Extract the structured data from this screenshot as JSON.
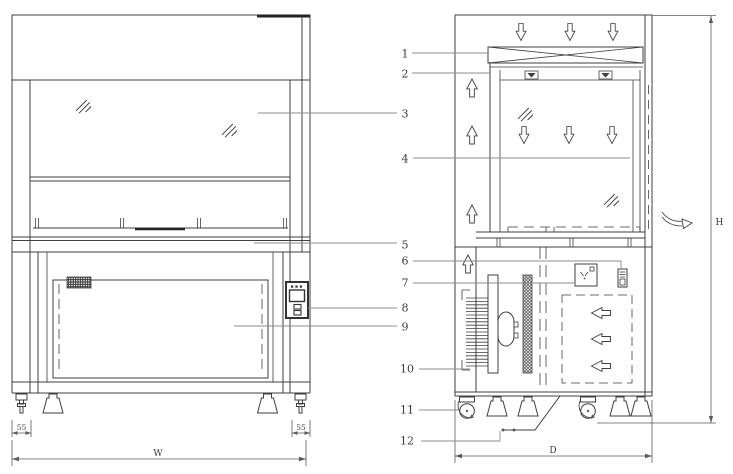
{
  "callouts": [
    "1",
    "2",
    "3",
    "4",
    "5",
    "6",
    "7",
    "8",
    "9",
    "10",
    "11",
    "12"
  ],
  "dimensions": {
    "width": "W",
    "depth": "D",
    "height": "H",
    "foot_left": "55",
    "foot_right": "55"
  },
  "icons": [
    "airflow-up-arrow",
    "airflow-down-arrow",
    "airflow-left-arrow",
    "airflow-out-curved-arrow",
    "glass-hatch",
    "hepa-filter-cross",
    "lamp-symbol",
    "power-socket-symbol",
    "caster-wheel",
    "cone-foot",
    "leveling-screw-foot",
    "mesh-grille",
    "blower-fins",
    "crosshatch-filter-strip"
  ],
  "colors": {
    "line": "#3f3f3f",
    "leader": "#8c8c8c",
    "text": "#3a3a3a",
    "background": "#ffffff"
  }
}
